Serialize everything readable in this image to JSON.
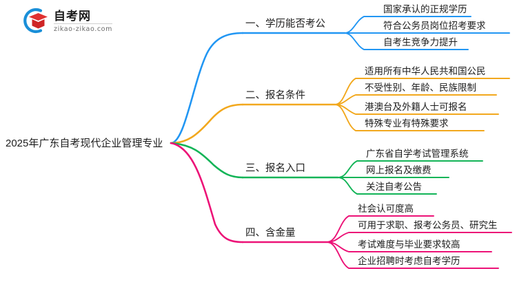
{
  "logo": {
    "name": "zikao-logo",
    "title": "自考网",
    "domain": "zikao-zikao.com",
    "mark_colors": {
      "arc": "#1a8fd8",
      "cap": "#e03131"
    }
  },
  "mindmap": {
    "root": {
      "label": "2025年广东自考现代企业管理专业"
    },
    "branches": [
      {
        "label": "一、学历能否考公",
        "color": "#2196f3",
        "leaves": [
          "国家承认的正规学历",
          "符合公务员岗位招考要求",
          "自考生竞争力提升"
        ]
      },
      {
        "label": "二、报名条件",
        "color": "#f2a81d",
        "leaves": [
          "适用所有中华人民共和国公民",
          "不受性别、年龄、民族限制",
          "港澳台及外籍人士可报名",
          "特殊专业有特殊要求"
        ]
      },
      {
        "label": "三、报名入口",
        "color": "#12b457",
        "leaves": [
          "广东省自学考试管理系统",
          "网上报名及缴费",
          "关注自考公告"
        ]
      },
      {
        "label": "四、含金量",
        "color": "#ec1277",
        "leaves": [
          "社会认可度高",
          "可用于求职、报考公务员、研究生",
          "考试难度与毕业要求较高",
          "企业招聘时考虑自考学历"
        ]
      }
    ]
  }
}
